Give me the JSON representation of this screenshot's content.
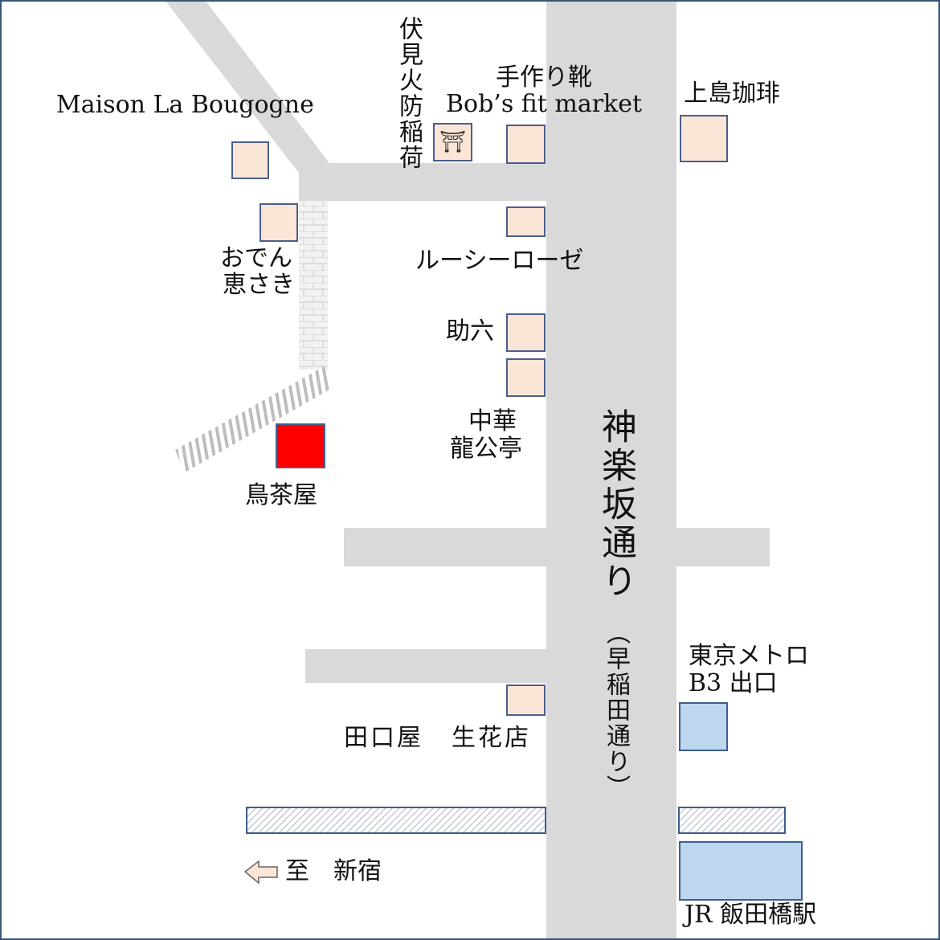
{
  "title_street": "神楽坂通り",
  "street_subtitle": "（早稲田通り）",
  "labels": {
    "maison": "Maison La Bougogne",
    "fushimi": "伏見火防稲荷",
    "tezukuri": "手作り靴",
    "bobs": "Bob’s fit market",
    "ueshima": "上島珈琲",
    "oden1": "おでん",
    "oden2": "恵さき",
    "lucy": "ルーシーローゼ",
    "sukeroku": "助六",
    "chuka1": "中華",
    "chuka2": "龍公亭",
    "torichaya": "鳥茶屋",
    "metro1": "東京メトロ",
    "metro2": "B3 出口",
    "taguchi": "田口屋",
    "seika": "生花店",
    "shinjuku": "至　新宿",
    "jr": "JR 飯田橋駅"
  },
  "colors": {
    "road": "#d9d9d9",
    "shop": "#fbe5d6",
    "target": "#ff0000",
    "station": "#bdd7ee",
    "border": "#3b5578"
  }
}
